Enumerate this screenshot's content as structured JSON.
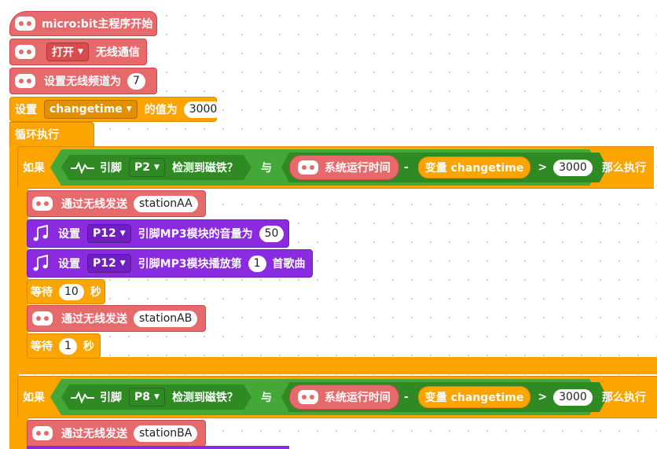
{
  "hat": {
    "label": "micro:bit主程序开始"
  },
  "wireless_toggle": {
    "option": "打开",
    "suffix": "无线通信"
  },
  "set_channel": {
    "label": "设置无线频道为",
    "value": "7"
  },
  "set_var": {
    "prefix": "设置",
    "var": "changetime",
    "middle": "的值为",
    "value": "3000"
  },
  "loop": {
    "label": "循环执行"
  },
  "if1": {
    "if_label": "如果",
    "pin_prefix": "引脚",
    "pin": "P2",
    "pin_suffix": "检测到磁铁？",
    "and_label": "与",
    "time_label": "系统运行时间",
    "minus": "-",
    "var_label": "变量 changetime",
    "gt": ">",
    "value": "3000",
    "then_label": "那么执行"
  },
  "body1": {
    "send1_label": "通过无线发送",
    "send1_value": "stationAA",
    "vol_prefix": "设置",
    "vol_pin": "P12",
    "vol_label": "引脚MP3模块的音量为",
    "vol_value": "50",
    "play_prefix": "设置",
    "play_pin": "P12",
    "play_label": "引脚MP3模块播放第",
    "play_value": "1",
    "play_suffix": "首歌曲",
    "wait1_label": "等待",
    "wait1_value": "10",
    "wait1_unit": "秒",
    "send2_label": "通过无线发送",
    "send2_value": "stationAB",
    "wait2_label": "等待",
    "wait2_value": "1",
    "wait2_unit": "秒"
  },
  "if2": {
    "if_label": "如果",
    "pin_prefix": "引脚",
    "pin": "P8",
    "pin_suffix": "检测到磁铁？",
    "and_label": "与",
    "time_label": "系统运行时间",
    "minus": "-",
    "var_label": "变量 changetime",
    "gt": ">",
    "value": "3000",
    "then_label": "那么执行"
  },
  "body2": {
    "send1_label": "通过无线发送",
    "send1_value": "stationBA"
  },
  "icons": [
    "microbit-icon",
    "music-note-icon",
    "sensor-wave-icon",
    "dropdown-caret-icon"
  ],
  "colors": {
    "radio": "#e66a6c",
    "control": "#fca400",
    "logic": "#43a837",
    "music": "#8a2be2"
  }
}
